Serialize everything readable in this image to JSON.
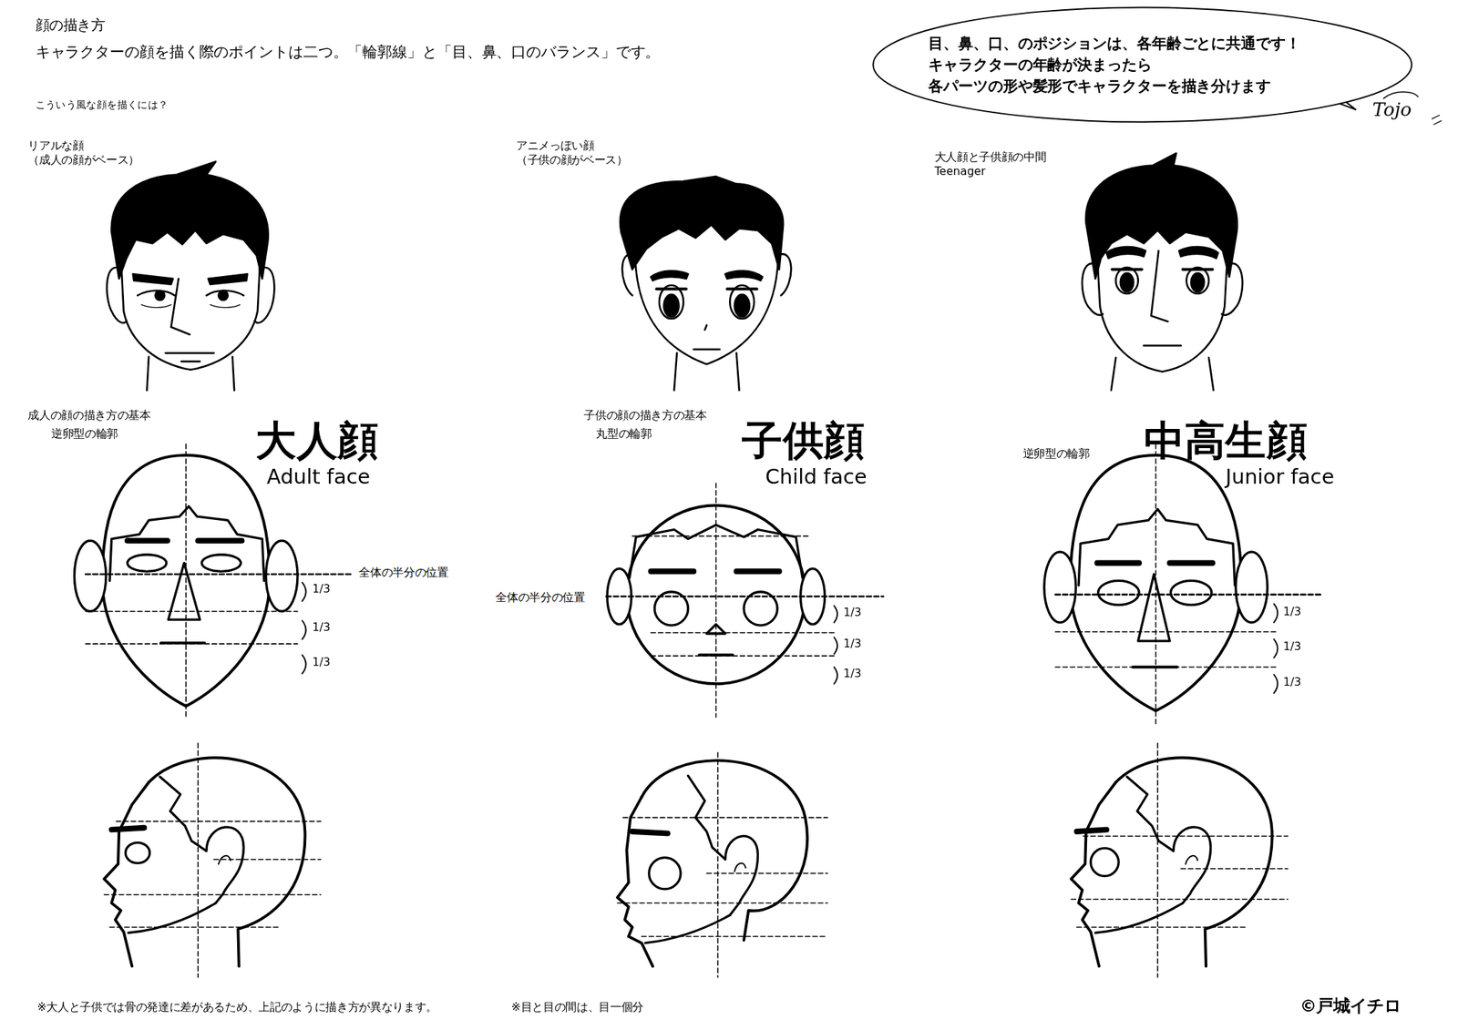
{
  "diagram": {
    "title": "顔の描き方",
    "nodes": [
      {
        "text": [
          "目、鼻、口、のポジションは、各年齢ごとに共通です！ キャラクターの年齢が決まったら 各パーツの形や髪形でキャラクターを描き分けます"
        ]
      }
    ],
    "labels": [
      "キャラクターの顔を描く際のポイントは二つ。「輪郭線」と「目、鼻、口のバランス」です。",
      "Tojo",
      "こういう風な顔を描くには？",
      "リアルな顔 （成人の顔がベース）",
      "アニメっぽい顔 （子供の顔がベース）",
      "大人顔と子供顔の中間 Teenager",
      "成人の顔の描き方の基本",
      "逆卵型の輪郭",
      "大人顔",
      "Adult face",
      "全体の半分の位置",
      "1/3",
      "1/3",
      "1/3",
      "子供の顔の描き方の基本",
      "丸型の輪郭",
      "子供顔",
      "Child face",
      "全体の半分の位置",
      "1/3",
      "1/3",
      "1/3",
      "逆卵型の輪郭",
      "中高生顔",
      "Junior face",
      "1/3",
      "1/3",
      "1/3",
      "※大人と子供では骨の発達に差があるため、上記のように描き方が異なります。",
      "※目と目の間は、目一個分",
      "©戸城イチロ"
    ]
  }
}
